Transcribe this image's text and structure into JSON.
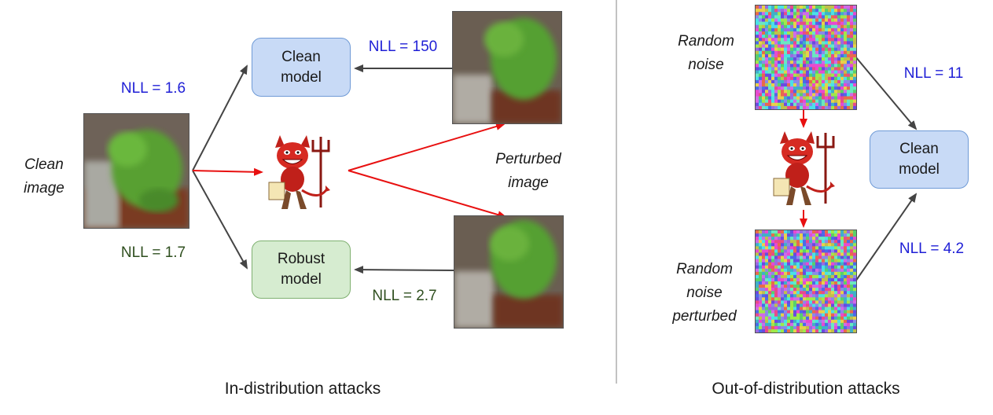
{
  "left_panel": {
    "clean_image_label": "Clean\nimage",
    "perturbed_image_label": "Perturbed\nimage",
    "clean_model_box": "Clean\nmodel",
    "robust_model_box": "Robust\nmodel",
    "nll_clean_on_clean": "NLL = 1.6",
    "nll_robust_on_clean": "NLL = 1.7",
    "nll_clean_on_perturbed": "NLL = 150",
    "nll_robust_on_perturbed": "NLL = 2.7",
    "caption": "In-distribution attacks"
  },
  "right_panel": {
    "random_noise_label": "Random\nnoise",
    "random_noise_perturbed_label": "Random\nnoise\nperturbed",
    "clean_model_box": "Clean\nmodel",
    "nll_noise": "NLL = 11",
    "nll_noise_perturbed": "NLL = 4.2",
    "caption": "Out-of-distribution attacks"
  },
  "colors": {
    "nll_clean_model": "#1f1fd6",
    "nll_robust_model": "#2f4f1f",
    "attack_arrow": "#e81010",
    "model_arrow": "#444444"
  },
  "icons": [
    "devil-icon",
    "frog-image",
    "noise-image"
  ]
}
